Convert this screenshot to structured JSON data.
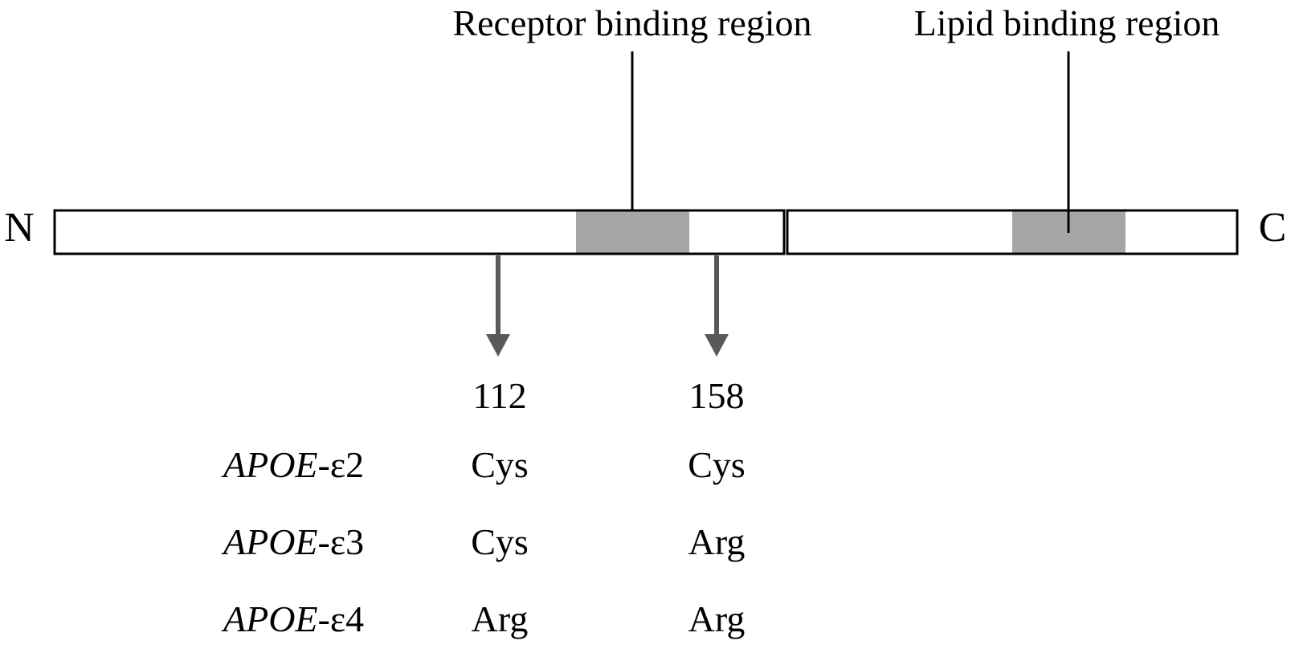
{
  "regions": {
    "receptor_label": "Receptor binding region",
    "lipid_label": "Lipid binding region"
  },
  "termini": {
    "n_label": "N",
    "c_label": "C"
  },
  "colors": {
    "protein_fill": "#ffffff",
    "protein_stroke": "#000000",
    "binding_region_fill": "#a6a6a6",
    "arrow_color": "#595959"
  },
  "positions": {
    "first": "112",
    "second": "158"
  },
  "alleles": [
    {
      "gene": "APOE",
      "suffix": "-ε2",
      "pos112": "Cys",
      "pos158": "Cys"
    },
    {
      "gene": "APOE",
      "suffix": "-ε3",
      "pos112": "Cys",
      "pos158": "Arg"
    },
    {
      "gene": "APOE",
      "suffix": "-ε4",
      "pos112": "Arg",
      "pos158": "Arg"
    }
  ]
}
